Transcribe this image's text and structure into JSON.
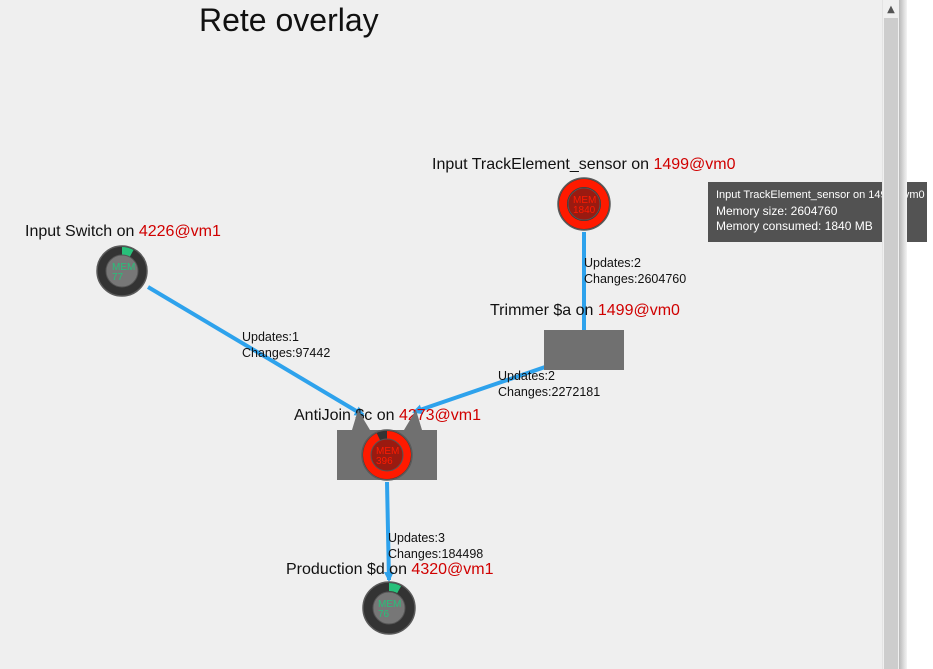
{
  "title": "Rete overlay",
  "colors": {
    "edge": "#2ea2ec",
    "host": "#d00000",
    "mem_ok": "#28c07a",
    "mem_high": "#ff1a00",
    "ring_bg": "#333333",
    "node_fill": "#707070"
  },
  "nodes": {
    "switch": {
      "label": "Input Switch on ",
      "host": "4226@vm1",
      "mem_label": "MEM",
      "mem_value": "77",
      "mem_fraction": 0.08
    },
    "track": {
      "label": "Input TrackElement_sensor on ",
      "host": "1499@vm0",
      "mem_label": "MEM",
      "mem_value": "1840",
      "mem_fraction": 1.0
    },
    "trimmer": {
      "label": "Trimmer $a on ",
      "host": "1499@vm0"
    },
    "antijoin": {
      "label": "AntiJoin $c on ",
      "host": "4273@vm1",
      "mem_label": "MEM",
      "mem_value": "396",
      "mem_fraction": 0.93
    },
    "production": {
      "label": "Production $d on ",
      "host": "4320@vm1",
      "mem_label": "MEM",
      "mem_value": "76",
      "mem_fraction": 0.08
    }
  },
  "edges": {
    "switch_antijoin": {
      "updates": "Updates:1",
      "changes": "Changes:97442"
    },
    "track_trimmer": {
      "updates": "Updates:2",
      "changes": "Changes:2604760"
    },
    "trimmer_antijoin": {
      "updates": "Updates:2",
      "changes": "Changes:2272181"
    },
    "antijoin_production": {
      "updates": "Updates:3",
      "changes": "Changes:184498"
    }
  },
  "tooltip": {
    "line1": "Input TrackElement_sensor on 1499@vm0",
    "line2": "Memory size: 2604760",
    "line3": "Memory consumed: 1840 MB"
  },
  "scrollbar": {
    "up_arrow": "▲"
  }
}
